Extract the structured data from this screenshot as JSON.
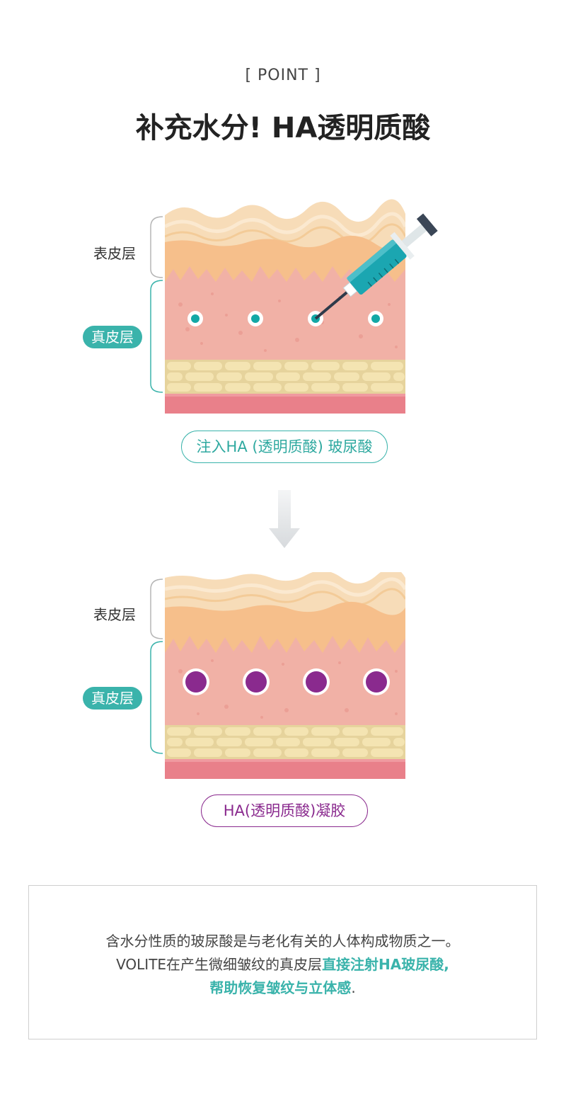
{
  "header": {
    "point_label": "[ POINT ]",
    "title": "补充水分! HA透明质酸"
  },
  "diagram_before": {
    "epidermis_label": "表皮层",
    "dermis_label": "真皮层",
    "caption": "注入HA (透明质酸) 玻尿酸"
  },
  "diagram_after": {
    "epidermis_label": "表皮层",
    "dermis_label": "真皮层",
    "caption": "HA(透明质酸)凝胶"
  },
  "description": {
    "line1": "含水分性质的玻尿酸是与老化有关的人体构成物质之一。",
    "line2_plain": "VOLITE在产生微细皱纹的真皮层",
    "line2_highlight": "直接注射HA玻尿酸,",
    "line3_highlight": "帮助恢复皱纹与立体感",
    "line3_end": "."
  },
  "colors": {
    "teal": "#3ab3ab",
    "purple": "#8a2a8e",
    "skin_top": "#f7dcb8",
    "epidermis": "#f6bf8b",
    "dermis": "#f1b1a6",
    "fat": "#f4e4b2",
    "muscle": "#e9808a"
  },
  "icons": {
    "syringe": "syringe-icon",
    "arrow": "arrow-down-icon"
  }
}
